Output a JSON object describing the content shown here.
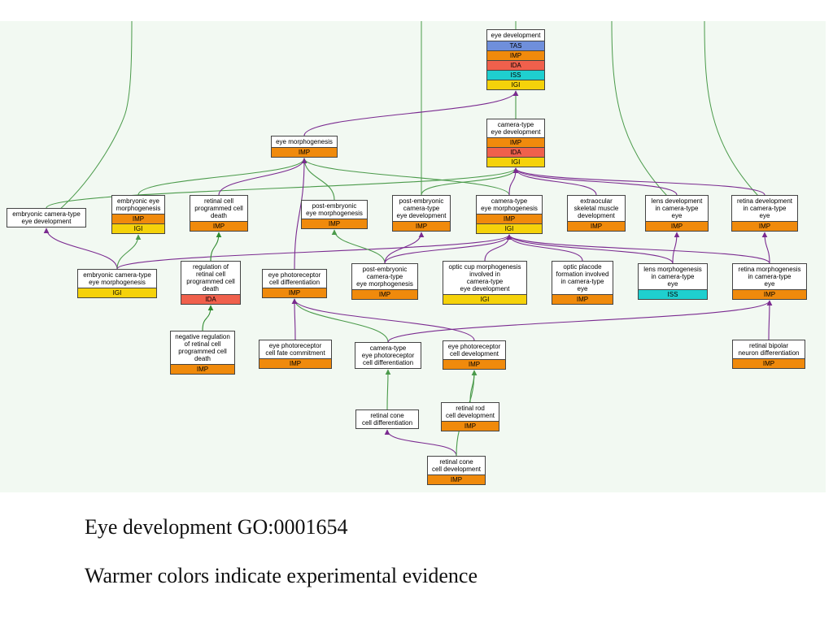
{
  "colors": {
    "TAS": "#6f8fdb",
    "IMP": "#f08a0c",
    "IDA": "#f0604c",
    "ISS": "#1fcfcf",
    "IGI": "#f5d20a",
    "is_a": "#4a9a4a",
    "part_of": "#7a2a90",
    "regulates": "#2e8a2e"
  },
  "nodes": [
    {
      "id": "eye-development",
      "label": "eye development",
      "evidence": [
        "TAS",
        "IMP",
        "IDA",
        "ISS",
        "IGI"
      ]
    },
    {
      "id": "camera-type-eye-development",
      "label": "camera-type\neye development",
      "evidence": [
        "IMP",
        "IDA",
        "IGI"
      ]
    },
    {
      "id": "eye-morphogenesis",
      "label": "eye morphogenesis",
      "evidence": [
        "IMP"
      ]
    },
    {
      "id": "embryonic-camera-type-eye-development",
      "label": "embryonic camera-type\neye development",
      "evidence": []
    },
    {
      "id": "embryonic-eye-morphogenesis",
      "label": "embryonic eye\nmorphogenesis",
      "evidence": [
        "IMP",
        "IGI"
      ]
    },
    {
      "id": "retinal-cell-programmed-cell-death",
      "label": "retinal cell\nprogrammed cell\ndeath",
      "evidence": [
        "IMP"
      ]
    },
    {
      "id": "post-embryonic-eye-morphogenesis",
      "label": "post-embryonic\neye morphogenesis",
      "evidence": [
        "IMP"
      ]
    },
    {
      "id": "post-embryonic-camera-type-eye-development",
      "label": "post-embryonic\ncamera-type\neye development",
      "evidence": [
        "IMP"
      ]
    },
    {
      "id": "camera-type-eye-morphogenesis",
      "label": "camera-type\neye morphogenesis",
      "evidence": [
        "IMP",
        "IGI"
      ]
    },
    {
      "id": "extraocular-skeletal-muscle-development",
      "label": "extraocular\nskeletal muscle\ndevelopment",
      "evidence": [
        "IMP"
      ]
    },
    {
      "id": "lens-development-in-camera-type-eye",
      "label": "lens development\nin camera-type\neye",
      "evidence": [
        "IMP"
      ]
    },
    {
      "id": "retina-development-in-camera-type-eye",
      "label": "retina development\nin camera-type\neye",
      "evidence": [
        "IMP"
      ]
    },
    {
      "id": "embryonic-camera-type-eye-morphogenesis",
      "label": "embryonic camera-type\neye morphogenesis",
      "evidence": [
        "IGI"
      ]
    },
    {
      "id": "regulation-of-retinal-cell-programmed-cell-death",
      "label": "regulation of\nretinal cell\nprogrammed cell\ndeath",
      "evidence": [
        "IDA"
      ]
    },
    {
      "id": "eye-photoreceptor-cell-differentiation",
      "label": "eye photoreceptor\ncell differentiation",
      "evidence": [
        "IMP"
      ]
    },
    {
      "id": "post-embryonic-camera-type-eye-morphogenesis",
      "label": "post-embryonic\ncamera-type\neye morphogenesis",
      "evidence": [
        "IMP"
      ]
    },
    {
      "id": "optic-cup-morphogenesis",
      "label": "optic cup morphogenesis\ninvolved in\ncamera-type\neye development",
      "evidence": [
        "IGI"
      ]
    },
    {
      "id": "optic-placode-formation",
      "label": "optic placode\nformation involved\nin camera-type\neye",
      "evidence": [
        "IMP"
      ]
    },
    {
      "id": "lens-morphogenesis-in-camera-type-eye",
      "label": "lens morphogenesis\nin camera-type\neye",
      "evidence": [
        "ISS"
      ]
    },
    {
      "id": "retina-morphogenesis-in-camera-type-eye",
      "label": "retina morphogenesis\nin camera-type\neye",
      "evidence": [
        "IMP"
      ]
    },
    {
      "id": "negative-regulation-of-retinal-cell-programmed-cell-death",
      "label": "negative regulation\nof retinal cell\nprogrammed cell\ndeath",
      "evidence": [
        "IMP"
      ]
    },
    {
      "id": "eye-photoreceptor-cell-fate-commitment",
      "label": "eye photoreceptor\ncell fate commitment",
      "evidence": [
        "IMP"
      ]
    },
    {
      "id": "camera-type-eye-photoreceptor-cell-differentiation",
      "label": "camera-type\neye photoreceptor\ncell differentiation",
      "evidence": []
    },
    {
      "id": "eye-photoreceptor-cell-development",
      "label": "eye photoreceptor\ncell development",
      "evidence": [
        "IMP"
      ]
    },
    {
      "id": "retinal-bipolar-neuron-differentiation",
      "label": "retinal bipolar\nneuron differentiation",
      "evidence": [
        "IMP"
      ]
    },
    {
      "id": "retinal-rod-cell-development",
      "label": "retinal rod\ncell development",
      "evidence": [
        "IMP"
      ]
    },
    {
      "id": "retinal-cone-cell-differentiation",
      "label": "retinal cone\ncell differentiation",
      "evidence": []
    },
    {
      "id": "retinal-cone-cell-development",
      "label": "retinal cone\ncell development",
      "evidence": [
        "IMP"
      ]
    }
  ],
  "edges": [
    {
      "from": "camera-type-eye-development",
      "to": "eye-development",
      "type": "is_a"
    },
    {
      "from": "eye-morphogenesis",
      "to": "eye-development",
      "type": "part_of"
    },
    {
      "from": "embryonic-camera-type-eye-development",
      "to": "camera-type-eye-development",
      "type": "is_a"
    },
    {
      "from": "embryonic-eye-morphogenesis",
      "to": "eye-morphogenesis",
      "type": "is_a"
    },
    {
      "from": "retinal-cell-programmed-cell-death",
      "to": "eye-morphogenesis",
      "type": "part_of"
    },
    {
      "from": "post-embryonic-eye-morphogenesis",
      "to": "eye-morphogenesis",
      "type": "is_a"
    },
    {
      "from": "camera-type-eye-morphogenesis",
      "to": "eye-morphogenesis",
      "type": "is_a"
    },
    {
      "from": "camera-type-eye-morphogenesis",
      "to": "camera-type-eye-development",
      "type": "part_of"
    },
    {
      "from": "post-embryonic-camera-type-eye-development",
      "to": "camera-type-eye-development",
      "type": "is_a"
    },
    {
      "from": "extraocular-skeletal-muscle-development",
      "to": "camera-type-eye-development",
      "type": "part_of"
    },
    {
      "from": "lens-development-in-camera-type-eye",
      "to": "camera-type-eye-development",
      "type": "part_of"
    },
    {
      "from": "retina-development-in-camera-type-eye",
      "to": "camera-type-eye-development",
      "type": "part_of"
    },
    {
      "from": "embryonic-camera-type-eye-morphogenesis",
      "to": "embryonic-camera-type-eye-development",
      "type": "part_of"
    },
    {
      "from": "embryonic-camera-type-eye-morphogenesis",
      "to": "embryonic-eye-morphogenesis",
      "type": "is_a"
    },
    {
      "from": "embryonic-camera-type-eye-morphogenesis",
      "to": "camera-type-eye-morphogenesis",
      "type": "part_of"
    },
    {
      "from": "regulation-of-retinal-cell-programmed-cell-death",
      "to": "retinal-cell-programmed-cell-death",
      "type": "regulates"
    },
    {
      "from": "negative-regulation-of-retinal-cell-programmed-cell-death",
      "to": "regulation-of-retinal-cell-programmed-cell-death",
      "type": "regulates"
    },
    {
      "from": "eye-photoreceptor-cell-differentiation",
      "to": "eye-morphogenesis",
      "type": "part_of"
    },
    {
      "from": "post-embryonic-camera-type-eye-morphogenesis",
      "to": "post-embryonic-eye-morphogenesis",
      "type": "is_a"
    },
    {
      "from": "post-embryonic-camera-type-eye-morphogenesis",
      "to": "post-embryonic-camera-type-eye-development",
      "type": "part_of"
    },
    {
      "from": "post-embryonic-camera-type-eye-morphogenesis",
      "to": "camera-type-eye-morphogenesis",
      "type": "part_of"
    },
    {
      "from": "optic-cup-morphogenesis",
      "to": "camera-type-eye-morphogenesis",
      "type": "part_of"
    },
    {
      "from": "optic-placode-formation",
      "to": "camera-type-eye-morphogenesis",
      "type": "part_of"
    },
    {
      "from": "lens-morphogenesis-in-camera-type-eye",
      "to": "camera-type-eye-morphogenesis",
      "type": "part_of"
    },
    {
      "from": "lens-morphogenesis-in-camera-type-eye",
      "to": "lens-development-in-camera-type-eye",
      "type": "part_of"
    },
    {
      "from": "retina-morphogenesis-in-camera-type-eye",
      "to": "camera-type-eye-morphogenesis",
      "type": "part_of"
    },
    {
      "from": "retina-morphogenesis-in-camera-type-eye",
      "to": "retina-development-in-camera-type-eye",
      "type": "part_of"
    },
    {
      "from": "eye-photoreceptor-cell-fate-commitment",
      "to": "eye-photoreceptor-cell-differentiation",
      "type": "part_of"
    },
    {
      "from": "camera-type-eye-photoreceptor-cell-differentiation",
      "to": "eye-photoreceptor-cell-differentiation",
      "type": "is_a"
    },
    {
      "from": "camera-type-eye-photoreceptor-cell-differentiation",
      "to": "retina-morphogenesis-in-camera-type-eye",
      "type": "part_of"
    },
    {
      "from": "eye-photoreceptor-cell-development",
      "to": "eye-photoreceptor-cell-differentiation",
      "type": "part_of"
    },
    {
      "from": "retinal-bipolar-neuron-differentiation",
      "to": "retina-morphogenesis-in-camera-type-eye",
      "type": "part_of"
    },
    {
      "from": "retinal-rod-cell-development",
      "to": "eye-photoreceptor-cell-development",
      "type": "is_a"
    },
    {
      "from": "retinal-cone-cell-differentiation",
      "to": "camera-type-eye-photoreceptor-cell-differentiation",
      "type": "is_a"
    },
    {
      "from": "retinal-cone-cell-development",
      "to": "retinal-cone-cell-differentiation",
      "type": "part_of"
    },
    {
      "from": "retinal-cone-cell-development",
      "to": "eye-photoreceptor-cell-development",
      "type": "is_a"
    }
  ],
  "caption": {
    "line1": "Eye development GO:0001654",
    "line2": "Warmer colors indicate experimental evidence"
  }
}
